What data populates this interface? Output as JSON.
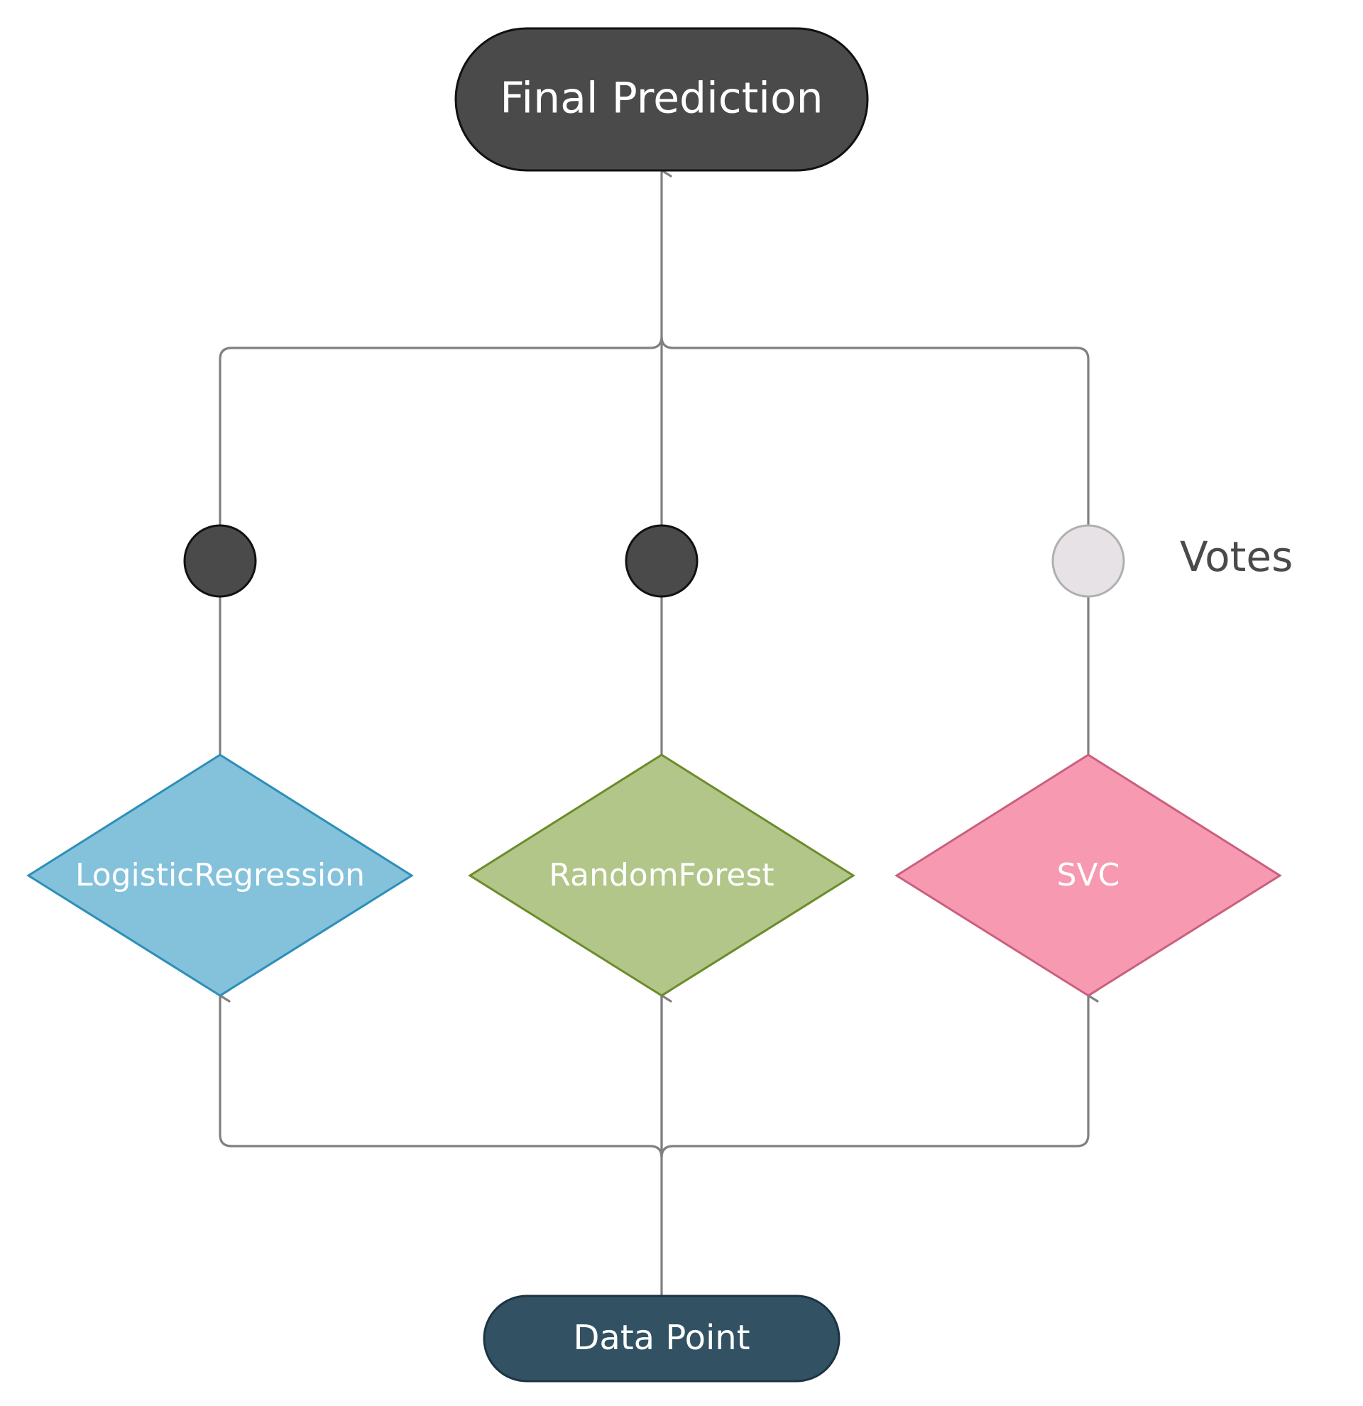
{
  "diagram": {
    "nodes": {
      "final_prediction": {
        "label": "Final Prediction",
        "fill": "#4a4a4a",
        "stroke": "#111111",
        "text_color": "#ffffff"
      },
      "data_point": {
        "label": "Data Point",
        "fill": "#325264",
        "stroke": "#1c3442",
        "text_color": "#ffffff"
      },
      "models": [
        {
          "label": "LogisticRegression",
          "fill": "#84c2dc",
          "stroke": "#2d8fb8",
          "text_color": "#ffffff"
        },
        {
          "label": "RandomForest",
          "fill": "#b2c689",
          "stroke": "#6b8c2a",
          "text_color": "#ffffff"
        },
        {
          "label": "SVC",
          "fill": "#f79ab1",
          "stroke": "#c9607e",
          "text_color": "#ffffff"
        }
      ]
    },
    "votes": {
      "label": "Votes",
      "items": [
        {
          "model": "LogisticRegression",
          "state": "filled",
          "fill": "#4a4a4a",
          "stroke": "#111111"
        },
        {
          "model": "RandomForest",
          "state": "filled",
          "fill": "#4a4a4a",
          "stroke": "#111111"
        },
        {
          "model": "SVC",
          "state": "empty",
          "fill": "#e6e2e6",
          "stroke": "#b0b0b0"
        }
      ]
    },
    "connector_color": "#808080"
  }
}
